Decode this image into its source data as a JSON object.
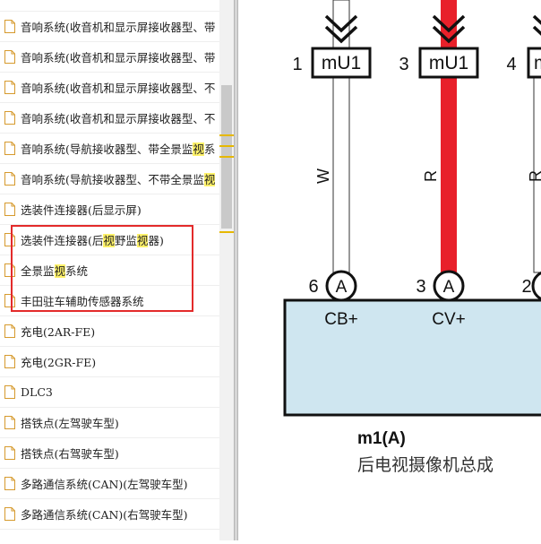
{
  "tree": {
    "items": [
      {
        "label": "音响系统(收音机和显示屏接收器型、带",
        "hl": false
      },
      {
        "label": "音响系统(收音机和显示屏接收器型、带",
        "hl": false
      },
      {
        "label": "音响系统(收音机和显示屏接收器型、不",
        "hl": false
      },
      {
        "label": "音响系统(收音机和显示屏接收器型、不",
        "hl": false
      },
      {
        "pre": "音响系统(导航接收器型、带全景监",
        "mark": "视",
        "post": "系"
      },
      {
        "pre": "音响系统(导航接收器型、不带全景监",
        "mark": "视",
        "post": ""
      },
      {
        "label": "选装件连接器(后显示屏)",
        "hl": false
      },
      {
        "pre": "选装件连接器(后",
        "mark": "视",
        "mid": "野监",
        "mark2": "视",
        "post": "器)"
      },
      {
        "pre": "全景监",
        "mark": "视",
        "post": "系统"
      },
      {
        "label": "丰田驻车辅助传感器系统",
        "hl": false
      },
      {
        "label": "充电(2AR-FE)",
        "hl": false
      },
      {
        "label": "充电(2GR-FE)",
        "hl": false
      },
      {
        "label": "DLC3",
        "hl": false
      },
      {
        "label": "搭铁点(左驾驶车型)",
        "hl": false
      },
      {
        "label": "搭铁点(右驾驶车型)",
        "hl": false
      },
      {
        "label": "多路通信系统(CAN)(左驾驶车型)",
        "hl": false
      },
      {
        "label": "多路通信系统(CAN)(右驾驶车型)",
        "hl": false
      }
    ]
  },
  "diagram": {
    "connectors": [
      {
        "pin": "1",
        "name": "mU1"
      },
      {
        "pin": "3",
        "name": "mU1"
      },
      {
        "pin": "4",
        "name": "m"
      }
    ],
    "wires": [
      {
        "color_code": "W",
        "color": "#ffffff"
      },
      {
        "color_code": "R",
        "color": "#e8202a"
      },
      {
        "color_code": "R",
        "color": "#ffffff"
      }
    ],
    "terminals": [
      {
        "pin": "6",
        "letter": "A",
        "name": "CB+"
      },
      {
        "pin": "3",
        "letter": "A",
        "name": "CV+"
      },
      {
        "pin": "2",
        "letter": "",
        "name": "C"
      }
    ],
    "component": {
      "code": "m1(A)",
      "name": "后电视摄像机总成",
      "fill": "#cfe6f0"
    }
  }
}
